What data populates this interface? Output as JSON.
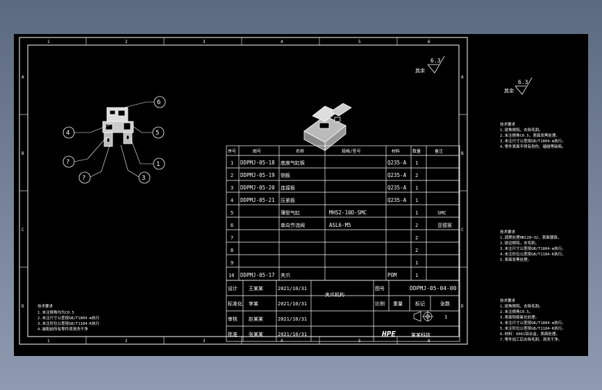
{
  "colors": {
    "background": "#000000",
    "line": "#ffffff",
    "frame_bg_top": "#5c6a80",
    "frame_bg_bottom": "#8e9ab0"
  },
  "ruler": {
    "columns": [
      "1",
      "2",
      "3",
      "4",
      "5",
      "6"
    ],
    "rows": [
      "A",
      "B",
      "C",
      "D"
    ]
  },
  "roughness": {
    "value": "6.3",
    "label": "其余"
  },
  "balloons": [
    "6",
    "4",
    "5",
    "?",
    "1",
    "?",
    "3"
  ],
  "bom": {
    "headers": [
      "序号",
      "图号",
      "名称",
      "规格/型号",
      "材料",
      "数量",
      "备注"
    ],
    "rows": [
      [
        "1",
        "DDPMJ-05-18",
        "底座气缸板",
        "",
        "Q235-A",
        "1",
        ""
      ],
      [
        "2",
        "DDPMJ-05-19",
        "侧板",
        "",
        "Q235-A",
        "2",
        ""
      ],
      [
        "3",
        "DDPMJ-05-20",
        "连接板",
        "",
        "Q235-A",
        "1",
        ""
      ],
      [
        "4",
        "DDPMJ-05-21",
        "压紧板",
        "",
        "Q235-A",
        "1",
        ""
      ],
      [
        "5",
        "",
        "薄型气缸",
        "MHS2-10D-SMC",
        "",
        "1",
        "SMC"
      ],
      [
        "6",
        "",
        "单向节流阀",
        "ASL6-M5",
        "",
        "2",
        "亚德客"
      ],
      [
        "7",
        "",
        "",
        "",
        "",
        "2",
        ""
      ],
      [
        "8",
        "",
        "",
        "",
        "",
        "2",
        ""
      ],
      [
        "9",
        "",
        "",
        "",
        "",
        "1",
        ""
      ],
      [
        "10",
        "DDPMJ-05-17",
        "夹爪",
        "",
        "POM",
        "1",
        ""
      ]
    ]
  },
  "title_block": {
    "rows": [
      {
        "role": "设计",
        "name": "王某某",
        "date": "2021/10/31"
      },
      {
        "role": "标准化",
        "name": "李某",
        "date": "2021/10/31"
      },
      {
        "role": "审核",
        "name": "赵某某",
        "date": "2021/10/31"
      },
      {
        "role": "批准",
        "name": "张某某",
        "date": "2021/10/31"
      }
    ],
    "drawing_name": "夹爪机构",
    "drawing_number_label": "图号",
    "drawing_number": "DDPMJ-05-04-00",
    "scale_label": "比例",
    "weight_label": "重量",
    "mark_label": "标记",
    "sheet_label": "张数",
    "sheet_value": "1",
    "logo": "HPE",
    "company": "某某科技"
  },
  "notes_left": {
    "title": "技术要求",
    "lines": [
      "1.未注倒角均为C0.5",
      "2.未注尺寸公差按GB/T1804-m执行",
      "3.未注形位公差按GB/T1184-K执行",
      "4.装配前所有零件须清洗干净"
    ]
  },
  "side_roughness": {
    "value": "6.3",
    "label": "其余"
  },
  "side_note_1": {
    "title": "技术要求",
    "lines": [
      "1.锐角倒钝，去除毛刺。",
      "2.未注倒角C0.5，表面发黑处理。",
      "3.未注尺寸公差按GB/T1804-m执行。",
      "4.零件表面不得有划伤、磕碰等缺陷。"
    ]
  },
  "side_note_2": {
    "title": "技术要求",
    "lines": [
      "1.调质处理HRC28~32，表面镀铬。",
      "2.锐边倒钝，去毛刺。",
      "3.未注尺寸公差按GB/T1804-m执行。",
      "4.未注形位公差按GB/T1184-K执行。",
      "5.表面发黑处理。"
    ]
  },
  "side_note_3": {
    "title": "技术要求",
    "lines": [
      "1.锐角倒钝，去除毛刺。",
      "2.未注倒角C0.5。",
      "3.表面阳极氧化处理。",
      "4.未注尺寸公差按GB/T1804-m执行。",
      "5.未注形位公差按GB/T1184-K执行。",
      "6.材料：6061铝合金，表面处理。",
      "7.零件加工后去除毛刺，清洗干净。"
    ]
  }
}
